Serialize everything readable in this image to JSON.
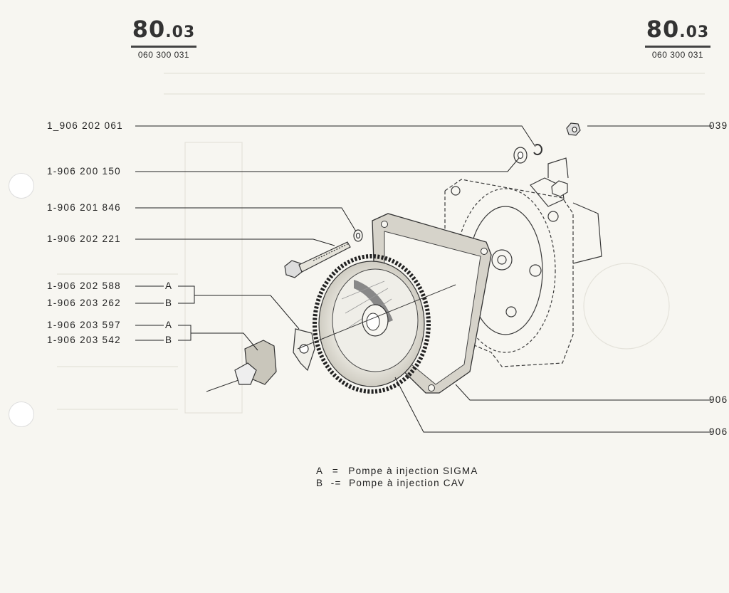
{
  "header": {
    "left": {
      "page_major": "80",
      "page_minor": ".03",
      "ref": "060 300 031"
    },
    "right": {
      "page_major": "80",
      "page_minor": ".03",
      "ref": "060 300 031"
    }
  },
  "parts": [
    {
      "ref": "1_906 202 061"
    },
    {
      "ref": "1-906 200 150"
    },
    {
      "ref": "1-906 201 846"
    },
    {
      "ref": "1-906 202 221"
    },
    {
      "ref": "1-906 202 588",
      "variant": "A"
    },
    {
      "ref": "1-906 203 262",
      "variant": "B"
    },
    {
      "ref": "1-906 203 597",
      "variant": "A"
    },
    {
      "ref": "1-906 203 542",
      "variant": "B"
    }
  ],
  "right_parts": [
    {
      "ref": "039"
    },
    {
      "ref": "906"
    },
    {
      "ref": "906"
    }
  ],
  "legend": [
    {
      "key": "A",
      "sep": "=",
      "text": "Pompe à injection SIGMA"
    },
    {
      "key": "B",
      "sep": "-=",
      "text": "Pompe à injection CAV"
    }
  ]
}
